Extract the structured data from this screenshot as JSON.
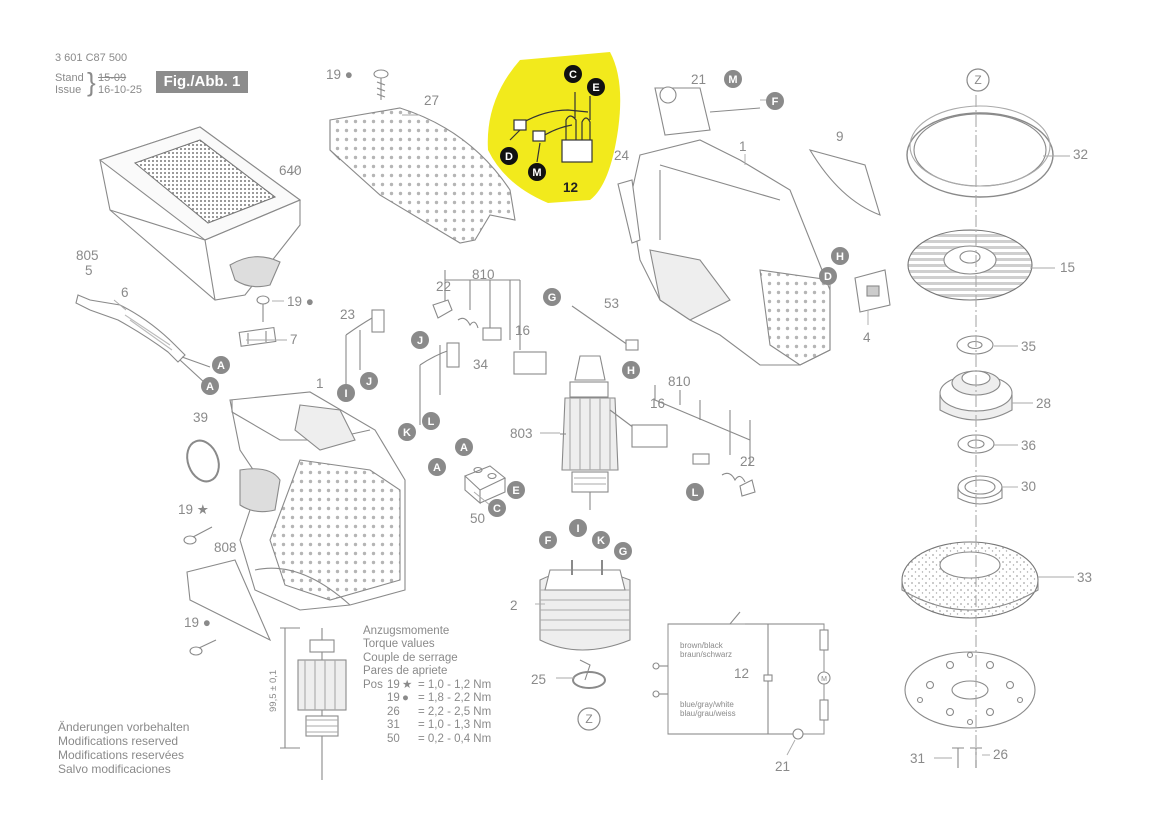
{
  "header": {
    "doc_number": "3 601 C87 500",
    "stand_label": "Stand",
    "issue_label": "Issue",
    "old_date": "15-09",
    "new_date": "16-10-25",
    "figure_label": "Fig./Abb. 1"
  },
  "torque": {
    "titles": [
      "Anzugsmomente",
      "Torque values",
      "Couple de serrage",
      "Pares de apriete"
    ],
    "pos_label": "Pos",
    "rows": [
      {
        "pos": "19",
        "mark": "★",
        "value": "= 1,0 - 1,2 Nm"
      },
      {
        "pos": "19",
        "mark": "●",
        "value": "= 1,8 - 2,2 Nm"
      },
      {
        "pos": "26",
        "mark": "",
        "value": "= 2,2 - 2,5 Nm"
      },
      {
        "pos": "31",
        "mark": "",
        "value": "= 1,0 - 1,3 Nm"
      },
      {
        "pos": "50",
        "mark": "",
        "value": "= 0,2 - 0,4 Nm"
      }
    ]
  },
  "notes": [
    "Änderungen vorbehalten",
    "Modifications reserved",
    "Modifications reservées",
    "Salvo modificaciones"
  ],
  "dimension": "99,5 ± 0,1",
  "wiring": {
    "brown_black": "brown/black",
    "braun_schwarz": "braun/schwarz",
    "blue_gray_white": "blue/gray/white",
    "blau_grau_weiss": "blau/grau/weiss",
    "motor_symbol": "M",
    "brush_part": "12",
    "switch_part": "21"
  },
  "highlight_color": "#f2ea1c",
  "part_numbers": [
    "19",
    "27",
    "640",
    "805",
    "5",
    "6",
    "19",
    "7",
    "23",
    "22",
    "810",
    "16",
    "53",
    "1",
    "21",
    "9",
    "32",
    "24",
    "15",
    "4",
    "35",
    "28",
    "36",
    "30",
    "33",
    "31",
    "26",
    "39",
    "19",
    "808",
    "19",
    "34",
    "803",
    "810",
    "16",
    "22",
    "2",
    "25",
    "50",
    "12"
  ],
  "callout_letters": [
    "C",
    "E",
    "D",
    "M",
    "A",
    "A",
    "J",
    "I",
    "J",
    "K",
    "L",
    "G",
    "H",
    "F",
    "M",
    "H",
    "D",
    "Z",
    "Z",
    "A",
    "E",
    "C",
    "F",
    "I",
    "K",
    "G",
    "L"
  ],
  "chart_data": null
}
